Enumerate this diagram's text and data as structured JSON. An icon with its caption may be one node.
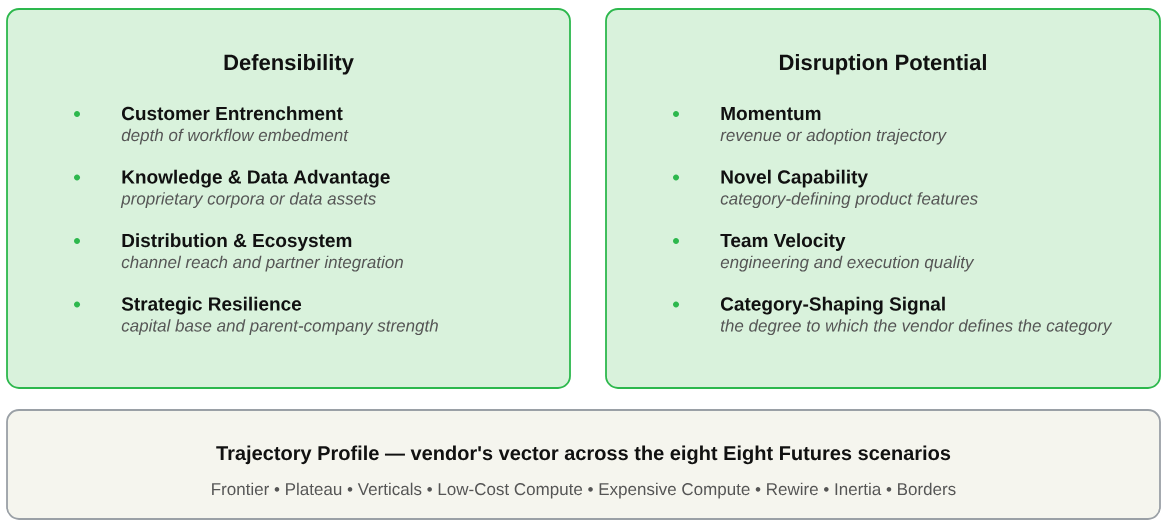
{
  "diagram": {
    "nodes": [
      {
        "text": [
          "Defensibility",
          "Customer Entrenchment",
          "depth of workflow embedment",
          "Knowledge & Data Advantage",
          "proprietary corpora or data assets",
          "Distribution & Ecosystem",
          "channel reach and partner integration",
          "Strategic Resilience",
          "capital base and parent-company strength"
        ]
      },
      {
        "text": [
          "Disruption Potential",
          "Momentum",
          "revenue or adoption trajectory",
          "Novel Capability",
          "category-defining product features",
          "Team Velocity",
          "engineering and execution quality",
          "Category-Shaping Signal",
          "the degree to which the vendor defines the category"
        ]
      },
      {
        "text": [
          "Trajectory Profile — vendor's vector across the eight Eight Futures scenarios",
          "Frontier • Plateau • Verticals • Low-Cost Compute • Expensive Compute • Rewire • Inertia • Borders"
        ]
      }
    ]
  }
}
